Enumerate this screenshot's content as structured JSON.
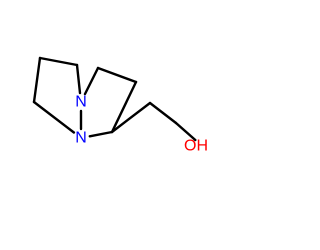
{
  "molecule": {
    "atoms": [
      {
        "id": "a1",
        "symbol": "N",
        "color": "#0000FF",
        "label": "N"
      },
      {
        "id": "a2",
        "symbol": "N",
        "color": "#0000FF",
        "label": "N"
      },
      {
        "id": "a3",
        "symbol": "C"
      },
      {
        "id": "a4",
        "symbol": "C"
      },
      {
        "id": "a5",
        "symbol": "C"
      },
      {
        "id": "a6",
        "symbol": "C"
      },
      {
        "id": "a7",
        "symbol": "C"
      },
      {
        "id": "a8",
        "symbol": "C"
      },
      {
        "id": "a9",
        "symbol": "C"
      },
      {
        "id": "a10",
        "symbol": "C"
      },
      {
        "id": "a11",
        "symbol": "O",
        "color": "#FF0000",
        "label": "OH"
      }
    ],
    "bonds": [
      [
        "a1",
        "a2"
      ],
      [
        "a1",
        "a3"
      ],
      [
        "a3",
        "a4"
      ],
      [
        "a4",
        "a5"
      ],
      [
        "a5",
        "a2"
      ],
      [
        "a1",
        "a6"
      ],
      [
        "a6",
        "a7"
      ],
      [
        "a7",
        "a8"
      ],
      [
        "a8",
        "a2"
      ],
      [
        "a8",
        "a9"
      ],
      [
        "a9",
        "a10"
      ],
      [
        "a10",
        "a11"
      ]
    ]
  }
}
